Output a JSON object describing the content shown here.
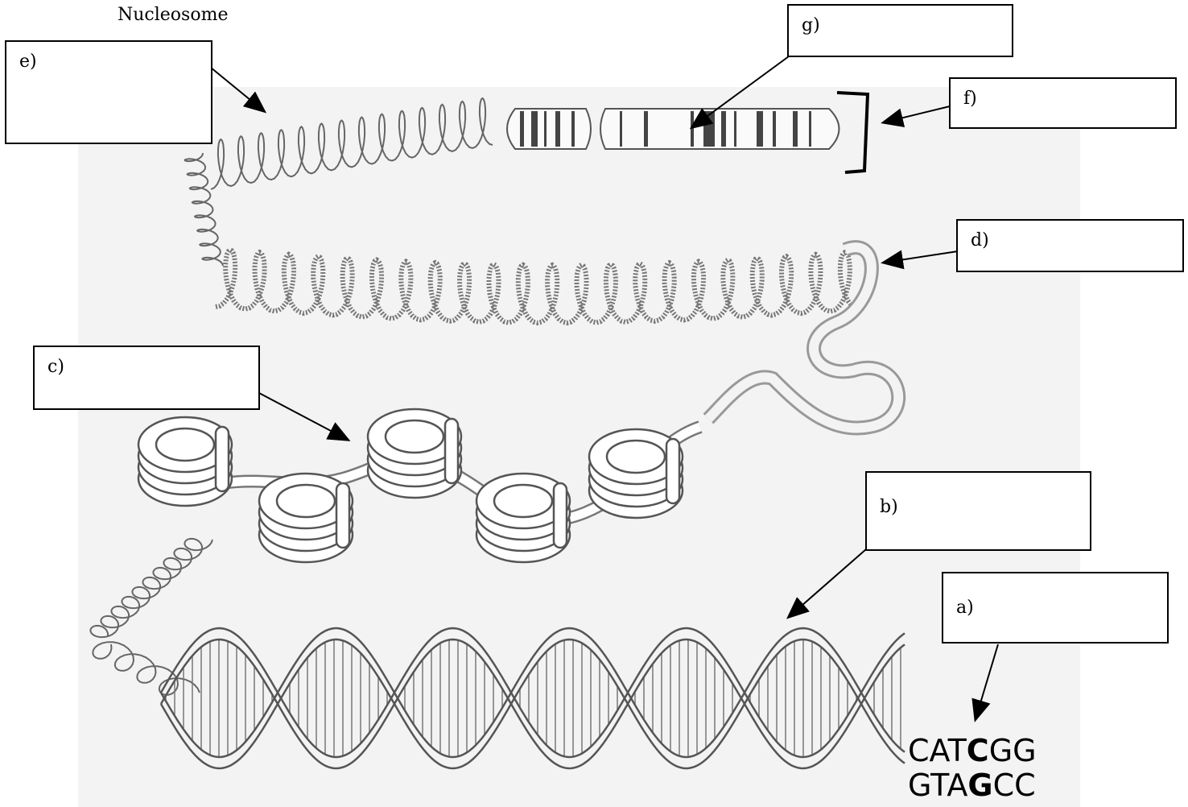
{
  "title": "Nucleosome",
  "labels": {
    "a": "a)",
    "b": "b)",
    "c": "c)",
    "d": "d)",
    "e": "e)",
    "f": "f)",
    "g": "g)"
  },
  "sequence": {
    "top": {
      "pre": "CAT",
      "bold": "C",
      "post": "GG"
    },
    "bottom": {
      "pre": "GTA",
      "bold": "G",
      "post": "CC"
    }
  },
  "colors": {
    "ink": "#000000",
    "line": "#555555",
    "panel": "#f3f3f3"
  }
}
